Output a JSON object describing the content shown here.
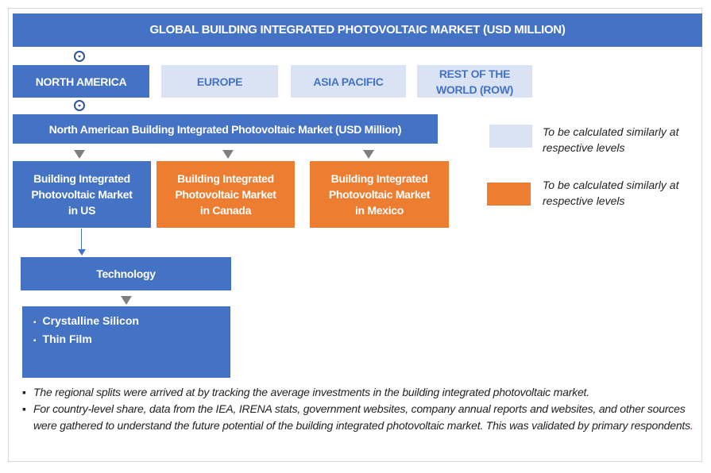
{
  "title": "GLOBAL BUILDING INTEGRATED PHOTOVOLTAIC MARKET (USD MILLION)",
  "regions": [
    "NORTH AMERICA",
    "EUROPE",
    "ASIA PACIFIC",
    "REST OF THE WORLD (ROW)"
  ],
  "na_market": "North American Building Integrated Photovoltaic Market (USD Million)",
  "countries": [
    "Building Integrated Photovoltaic Market in US",
    "Building Integrated Photovoltaic Market in Canada",
    "Building Integrated Photovoltaic Market in Mexico"
  ],
  "technology": "Technology",
  "tech_items": [
    "Crystalline Silicon",
    "Thin Film"
  ],
  "legend": [
    {
      "text": "To be calculated similarly at respective levels",
      "color": "#dae3f3"
    },
    {
      "text": "To be calculated similarly at respective levels",
      "color": "#ed7d31"
    }
  ],
  "notes": [
    "The regional splits were arrived at by tracking the average investments in the building integrated photovoltaic market.",
    "For country-level share, data from the IEA, IRENA stats, government websites, company annual reports and websites, and other sources were gathered to understand the future potential of the building integrated photovoltaic market. This was validated by primary respondents"
  ],
  "notes_end": ".",
  "colors": {
    "blue": "#4472c4",
    "light": "#dae3f3",
    "orange": "#ed7d31"
  }
}
